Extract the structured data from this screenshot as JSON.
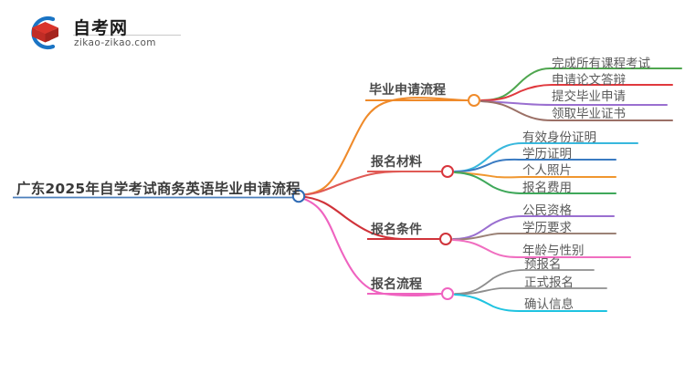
{
  "logo": {
    "name": "自考网",
    "url": "zikao-zikao.com",
    "mark_icon": "graduation-book-icon",
    "arc_color": "#1a74c4",
    "book_color": "#d9342b",
    "book_shadow_color": "#a5231d"
  },
  "mindmap": {
    "root": {
      "label": "广东2025年自学考试商务英语毕业申请流程",
      "color": "#4a7ebb",
      "node_color": "#2f6bb5"
    },
    "branches": [
      {
        "label": "毕业申请流程",
        "color": "#ef8a2a",
        "children": [
          {
            "label": "完成所有课程考试",
            "color": "#4fa64f"
          },
          {
            "label": "申请论文答辩",
            "color": "#e0393e"
          },
          {
            "label": "提交毕业申请",
            "color": "#9a6fd0"
          },
          {
            "label": "领取毕业证书",
            "color": "#9b7066"
          }
        ]
      },
      {
        "label": "报名材料",
        "color": "#e05a55",
        "children": [
          {
            "label": "有效身份证明",
            "color": "#38b8dd"
          },
          {
            "label": "学历证明",
            "color": "#3a7bc2"
          },
          {
            "label": "个人照片",
            "color": "#f0962e"
          },
          {
            "label": "报名费用",
            "color": "#3fa85a"
          }
        ]
      },
      {
        "label": "报名条件",
        "color": "#d0333a",
        "children": [
          {
            "label": "公民资格",
            "color": "#9a6fd0"
          },
          {
            "label": "学历要求",
            "color": "#9b8276"
          },
          {
            "label": "年龄与性别",
            "color": "#f06ec0"
          }
        ]
      },
      {
        "label": "报名流程",
        "color": "#ef63c0",
        "children": [
          {
            "label": "预报名",
            "color": "#8e8e8e"
          },
          {
            "label": "正式报名",
            "color": "#8e8e8e"
          },
          {
            "label": "确认信息",
            "color": "#1fc3e0"
          }
        ]
      }
    ]
  },
  "chart_data": {
    "type": "diagram",
    "subtype": "mindmap",
    "title": "广东2025年自学考试商务英语毕业申请流程",
    "orientation": "left-to-right",
    "levels": 3,
    "nodes": [
      {
        "id": "root",
        "label": "广东2025年自学考试商务英语毕业申请流程",
        "level": 0,
        "parent": null
      },
      {
        "id": "b1",
        "label": "毕业申请流程",
        "level": 1,
        "parent": "root"
      },
      {
        "id": "b1c1",
        "label": "完成所有课程考试",
        "level": 2,
        "parent": "b1"
      },
      {
        "id": "b1c2",
        "label": "申请论文答辩",
        "level": 2,
        "parent": "b1"
      },
      {
        "id": "b1c3",
        "label": "提交毕业申请",
        "level": 2,
        "parent": "b1"
      },
      {
        "id": "b1c4",
        "label": "领取毕业证书",
        "level": 2,
        "parent": "b1"
      },
      {
        "id": "b2",
        "label": "报名材料",
        "level": 1,
        "parent": "root"
      },
      {
        "id": "b2c1",
        "label": "有效身份证明",
        "level": 2,
        "parent": "b2"
      },
      {
        "id": "b2c2",
        "label": "学历证明",
        "level": 2,
        "parent": "b2"
      },
      {
        "id": "b2c3",
        "label": "个人照片",
        "level": 2,
        "parent": "b2"
      },
      {
        "id": "b2c4",
        "label": "报名费用",
        "level": 2,
        "parent": "b2"
      },
      {
        "id": "b3",
        "label": "报名条件",
        "level": 1,
        "parent": "root"
      },
      {
        "id": "b3c1",
        "label": "公民资格",
        "level": 2,
        "parent": "b3"
      },
      {
        "id": "b3c2",
        "label": "学历要求",
        "level": 2,
        "parent": "b3"
      },
      {
        "id": "b3c3",
        "label": "年龄与性别",
        "level": 2,
        "parent": "b3"
      },
      {
        "id": "b4",
        "label": "报名流程",
        "level": 1,
        "parent": "root"
      },
      {
        "id": "b4c1",
        "label": "预报名",
        "level": 2,
        "parent": "b4"
      },
      {
        "id": "b4c2",
        "label": "正式报名",
        "level": 2,
        "parent": "b4"
      },
      {
        "id": "b4c3",
        "label": "确认信息",
        "level": 2,
        "parent": "b4"
      }
    ]
  }
}
